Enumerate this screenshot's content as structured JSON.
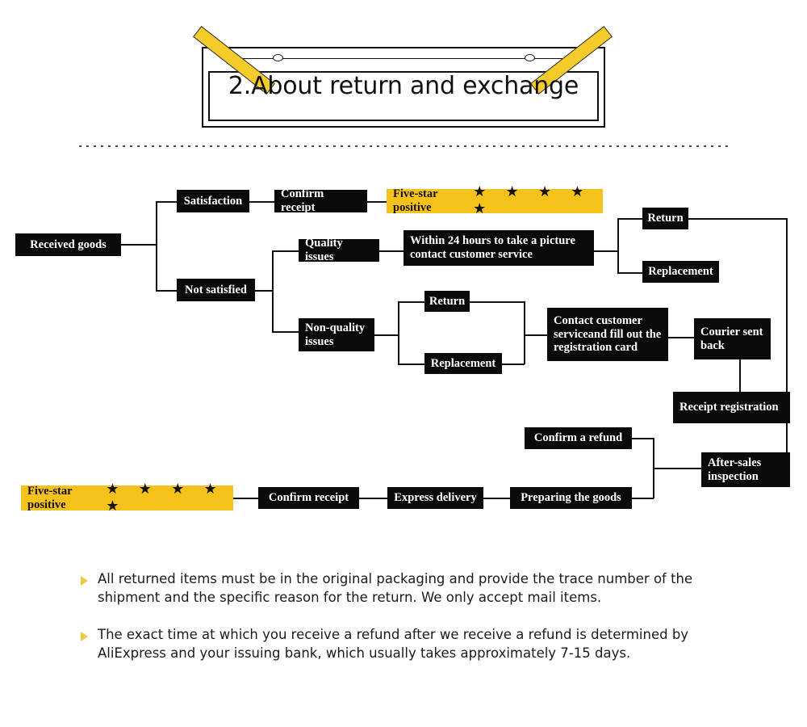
{
  "header": {
    "title": "2.About return and exchange",
    "tape_color": "#F4CB2B"
  },
  "colors": {
    "node_bg": "#0a0a0a",
    "node_fg": "#ffffff",
    "accent_yellow": "#F4C21B",
    "bullet_yellow": "#EFC846",
    "line": "#111111"
  },
  "flow": {
    "nodes": {
      "received_goods": "Received goods",
      "satisfaction": "Satisfaction",
      "confirm_receipt_top": "Confirm receipt",
      "five_star_top": "Five-star positive",
      "stars_top": "★ ★ ★ ★ ★",
      "not_satisfied": "Not satisfied",
      "quality_issues": "Quality issues",
      "within_24_hours": "Within 24 hours to take a picture contact customer service",
      "return_top": "Return",
      "replacement_top": "Replacement",
      "non_quality_issues": "Non-quality issues",
      "return_mid": "Return",
      "replacement_mid": "Replacement",
      "contact_customer_service": "Contact customer serviceand fill out the registration card",
      "courier_sent_back": "Courier sent back",
      "receipt_registration": "Receipt registration",
      "after_sales_inspection": "After-sales inspection",
      "confirm_a_refund": "Confirm a refund",
      "preparing_the_goods": "Preparing the goods",
      "express_delivery": "Express delivery",
      "confirm_receipt_bottom": "Confirm receipt",
      "five_star_bottom": "Five-star positive",
      "stars_bottom": "★ ★ ★ ★ ★"
    }
  },
  "notes": [
    "All returned items must be in the original packaging and provide the trace number of the shipment and the specific reason for the return. We only accept mail items.",
    "The exact time at which you receive a refund after we receive a refund is determined by AliExpress and your issuing bank, which usually takes approximately 7-15 days."
  ]
}
